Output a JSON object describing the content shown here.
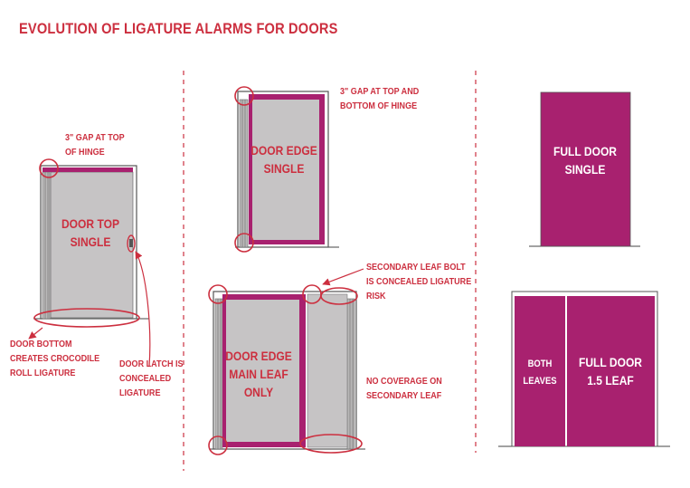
{
  "title": "EVOLUTION OF LIGATURE ALARMS FOR DOORS",
  "colors": {
    "accent_red": "#cc2f3f",
    "magenta": "#a8216f",
    "door_grey": "#c6c4c5",
    "frame_dark": "#4a4a4a"
  },
  "doors": {
    "door_top_single": {
      "label_lines": [
        "DOOR TOP",
        "SINGLE"
      ]
    },
    "door_edge_single": {
      "label_lines": [
        "DOOR EDGE",
        "SINGLE"
      ]
    },
    "door_edge_main_leaf": {
      "label_lines": [
        "DOOR EDGE",
        "MAIN LEAF",
        "ONLY"
      ]
    },
    "full_door_single": {
      "label_lines": [
        "FULL DOOR",
        "SINGLE"
      ]
    },
    "both_leaves": {
      "label_lines": [
        "BOTH",
        "LEAVES"
      ]
    },
    "full_door_1_5_leaf": {
      "label_lines": [
        "FULL DOOR",
        "1.5 LEAF"
      ]
    }
  },
  "annotations": {
    "gap_top_of_hinge": [
      "3\" GAP AT TOP",
      "OF HINGE"
    ],
    "gap_top_bottom_hinge": [
      "3\" GAP AT TOP AND",
      "BOTTOM OF HINGE"
    ],
    "door_bottom": [
      "DOOR BOTTOM",
      "CREATES CROCODILE",
      "ROLL LIGATURE"
    ],
    "door_latch": [
      "DOOR LATCH IS",
      "CONCEALED",
      "LIGATURE"
    ],
    "secondary_leaf_bolt": [
      "SECONDARY LEAF BOLT",
      "IS CONCEALED LIGATURE",
      "RISK"
    ],
    "no_coverage": [
      "NO COVERAGE ON",
      "SECONDARY LEAF"
    ]
  }
}
